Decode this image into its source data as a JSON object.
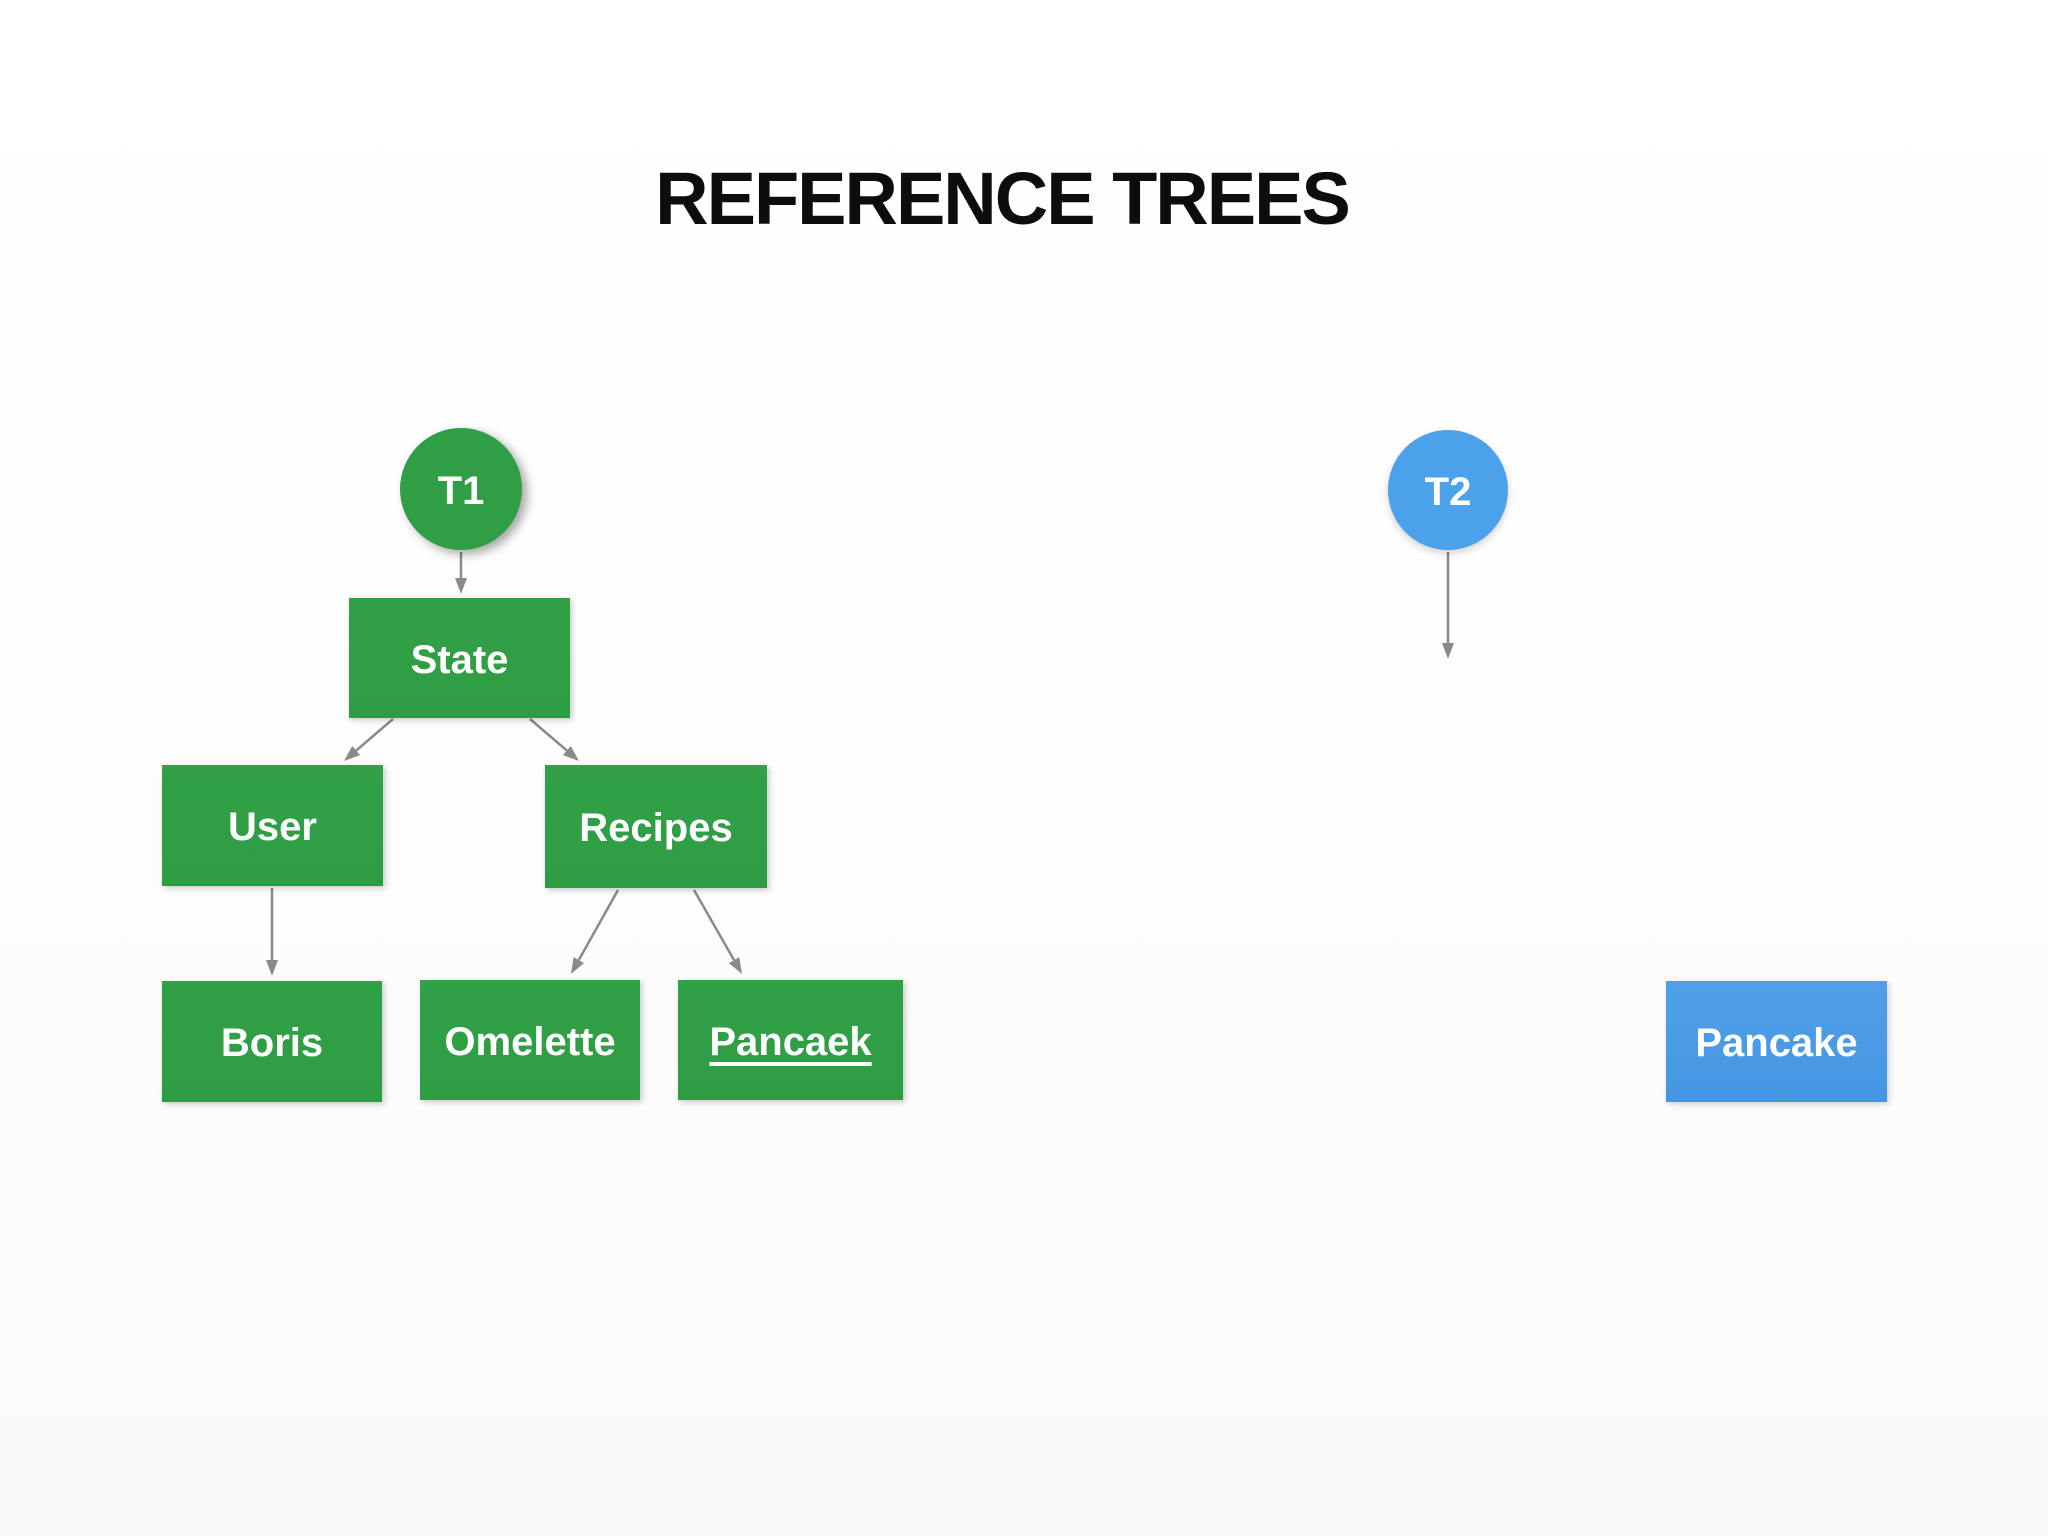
{
  "title": "REFERENCE TREES",
  "colors": {
    "tree1_green": "#2f9e45",
    "tree2_blue_circle": "#4ba1ea",
    "tree2_blue_box": "#4a9be6",
    "arrow_gray": "#8a8a8a",
    "node_text": "#ffffff",
    "title_text": "#0d0d0d"
  },
  "tree1": {
    "root": {
      "label": "T1",
      "shape": "circle"
    },
    "nodes": {
      "state": {
        "label": "State"
      },
      "user": {
        "label": "User"
      },
      "recipes": {
        "label": "Recipes"
      },
      "boris": {
        "label": "Boris"
      },
      "omelette": {
        "label": "Omelette"
      },
      "pancaek": {
        "label": "Pancaek",
        "underlined": true
      }
    },
    "edges": [
      {
        "from": "T1",
        "to": "State"
      },
      {
        "from": "State",
        "to": "User"
      },
      {
        "from": "State",
        "to": "Recipes"
      },
      {
        "from": "User",
        "to": "Boris"
      },
      {
        "from": "Recipes",
        "to": "Omelette"
      },
      {
        "from": "Recipes",
        "to": "Pancaek"
      }
    ]
  },
  "tree2": {
    "root": {
      "label": "T2",
      "shape": "circle"
    },
    "nodes": {
      "pancake": {
        "label": "Pancake"
      }
    },
    "edges": [
      {
        "from": "T2",
        "to": ""
      }
    ]
  }
}
